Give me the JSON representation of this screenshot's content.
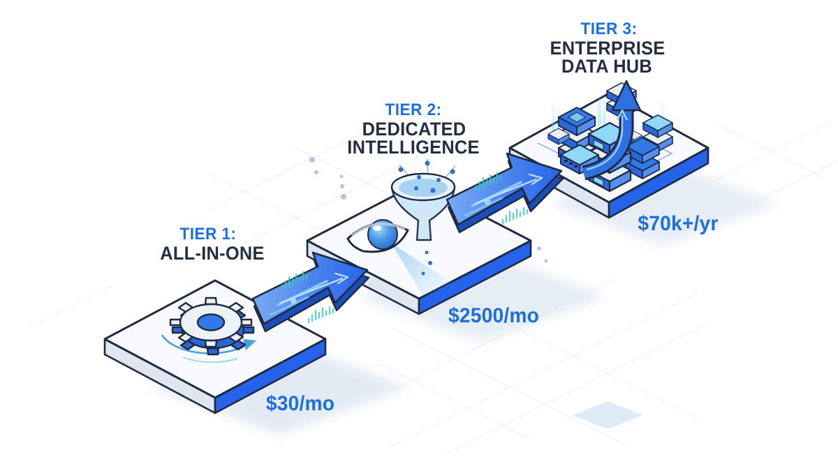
{
  "illustration": {
    "description": "Three-tier isometric product pricing diagram",
    "tiers": [
      {
        "tier_label": "TIER 1:",
        "title_lines": [
          "ALL-IN-ONE"
        ],
        "price": "$30/mo",
        "icon": "gear-icon"
      },
      {
        "tier_label": "TIER 2:",
        "title_lines": [
          "DEDICATED",
          "INTELLIGENCE"
        ],
        "price": "$2500/mo",
        "icon": "eye-funnel-icon"
      },
      {
        "tier_label": "TIER 3:",
        "title_lines": [
          "ENTERPRISE",
          "DATA HUB"
        ],
        "price": "$70k+/yr",
        "icon": "data-hub-icon"
      }
    ],
    "colors": {
      "accent_blue": "#1b6fe2",
      "dark_navy": "#232f40",
      "platform_edge_blue": "#2563eb",
      "arrow_blue": "#2f6fe4",
      "teal_accent": "#3fc9b4",
      "light_blue": "#a6d8fa",
      "background": "#ffffff"
    }
  }
}
